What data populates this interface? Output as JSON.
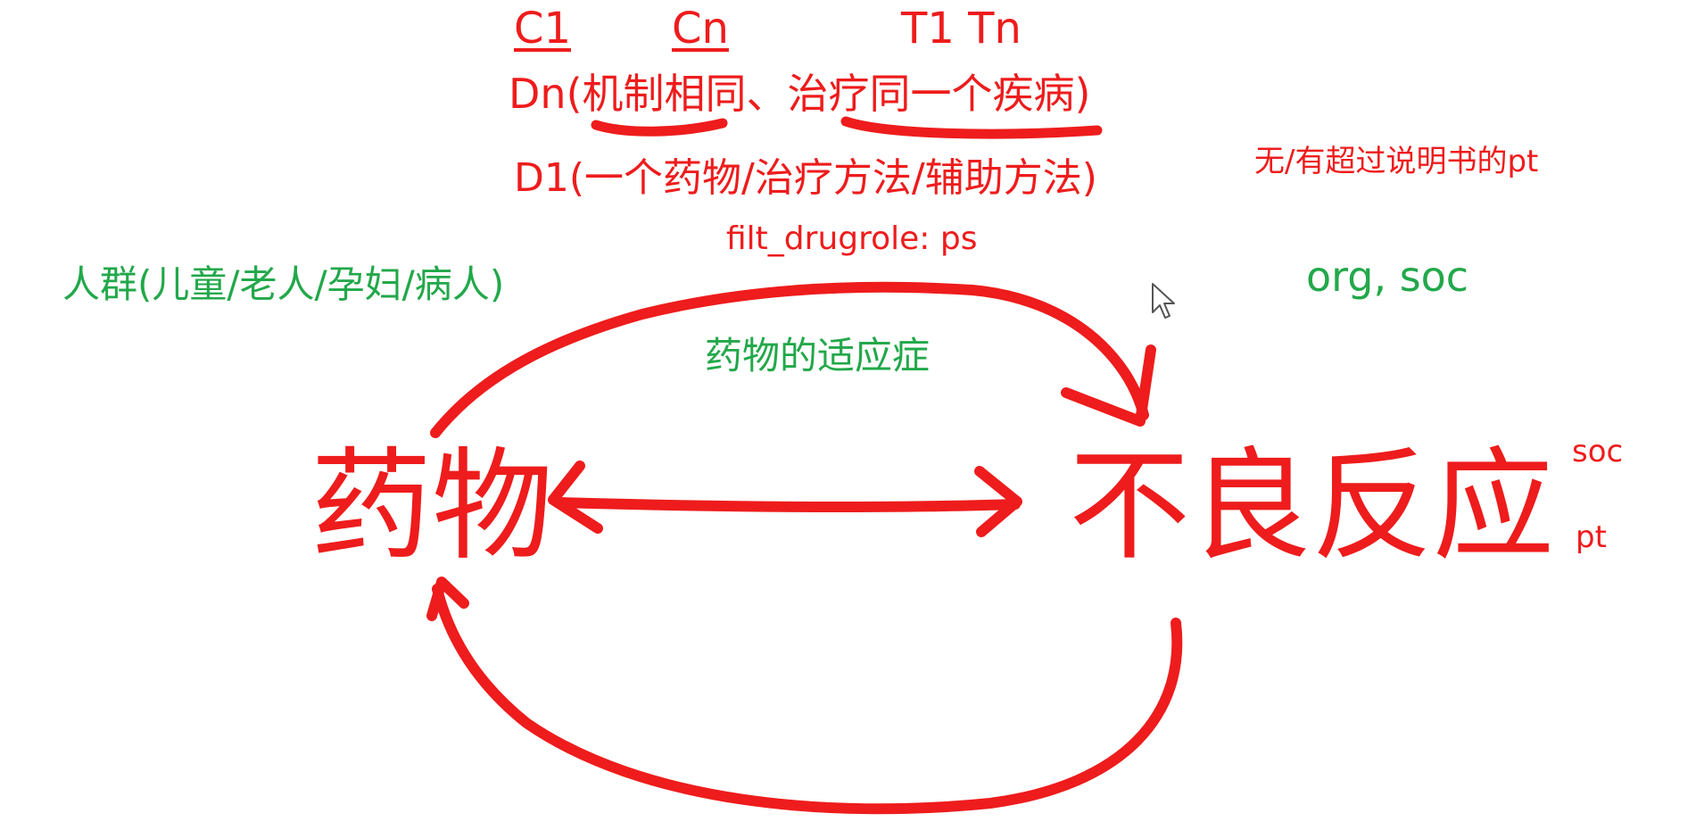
{
  "labels": {
    "c1": "C1",
    "cn": "Cn",
    "t1_tn": "T1 Tn",
    "dn_line": "Dn(机制相同、治疗同一个疾病)",
    "d1_line": "D1(一个药物/治疗方法/辅助方法)",
    "filt_drugrole": "filt_drugrole: ps",
    "exceed_label_pt": "无/有超过说明书的pt",
    "population": "人群(儿童/老人/孕妇/病人)",
    "org_soc": "org, soc",
    "drug_indication": "药物的适应症",
    "drug": "药物",
    "adverse_reaction": "不良反应",
    "soc": "soc",
    "pt": "pt"
  },
  "colors": {
    "red": "#ee1c1c",
    "green": "#22a84a",
    "background": "#ffffff"
  },
  "icons": {
    "cursor": "mouse-pointer-icon"
  }
}
